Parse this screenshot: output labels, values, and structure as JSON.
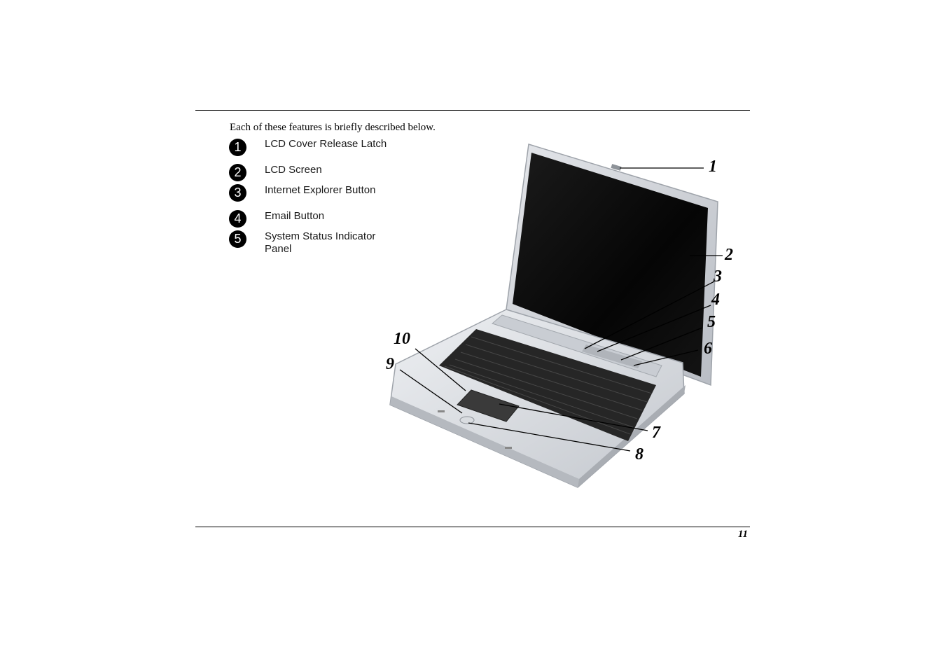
{
  "intro": "Each of these features is briefly described below.",
  "features": [
    {
      "num": "1",
      "label": "LCD Cover Release Latch"
    },
    {
      "num": "2",
      "label": "LCD Screen"
    },
    {
      "num": "3",
      "label": "Internet Explorer Button"
    },
    {
      "num": "4",
      "label": "Email Button"
    },
    {
      "num": "5",
      "label": "System Status Indicator Panel"
    }
  ],
  "callouts": [
    "1",
    "2",
    "3",
    "4",
    "5",
    "6",
    "7",
    "8",
    "9",
    "10"
  ],
  "page_number": "11"
}
